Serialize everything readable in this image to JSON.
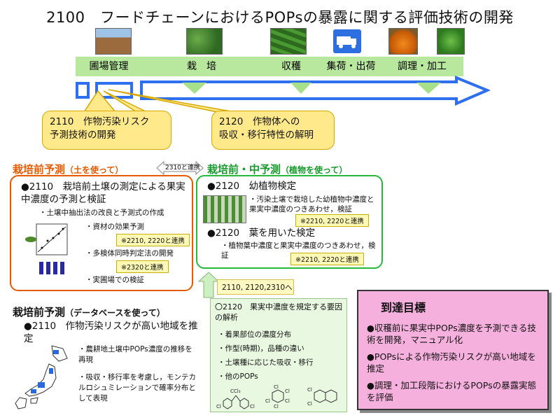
{
  "title": "2100　フードチェーンにおけるPOPsの暴露に関する評価技術の開発",
  "stages": [
    "圃場管理",
    "栽　培",
    "収穫",
    "集荷・出荷",
    "調理・加工"
  ],
  "photos": [
    "field-photo",
    "greenhouse-photo",
    "cucumber-photo",
    "truck-icon",
    "pumpkin-photo",
    "pickle-photo"
  ],
  "callouts": {
    "left": [
      "2110　作物汚染リスク",
      "予測技術の開発"
    ],
    "right": [
      "2120　作物体への",
      "吸収・移行特性の解明"
    ]
  },
  "link_2310": "2310と連携",
  "soil": {
    "heading": "栽培前予測",
    "heading_paren": "（土を使って）",
    "item_title": "●2110　栽培前土壌の測定による果実中濃度の予測と検証",
    "notes": [
      "・土壌中抽出法の改良と予測式の作成",
      "・資材の効果予測",
      "・多検体同時判定法の開発",
      "・実圃場での検証"
    ],
    "badges": [
      "※2210, 2220と連携",
      "※2320と連携"
    ]
  },
  "plant": {
    "heading": "栽培前・中予測",
    "heading_paren": "（植物を使って）",
    "item1_title": "●2120　幼植物検定",
    "item1_note": "・汚染土壌で栽培した幼植物中濃度と果実中濃度のつきあわせ，検証",
    "item1_badge": "※2210, 2220と連携",
    "item2_title": "●2120　葉を用いた検定",
    "item2_note": "・植物葉中濃度と果実中濃度のつきあわせ，検証",
    "item2_badge": "※2210, 2220と連携"
  },
  "arrow_label": "2110, 2120,2310へ",
  "db": {
    "heading": "栽培前予測",
    "heading_paren": "（データベースを使って）",
    "item_title": "●2110　作物汚染リスクが高い地域を推定",
    "note1": "・農耕地土壌中POPs濃度の推移を再現",
    "note2": "・吸収・移行率を考慮し，モンテカルロシュミレーションで確率分布として表現"
  },
  "factors": {
    "title": "〇2120　果実中濃度を規定する要因の解析",
    "items": [
      "・着果部位の濃度分布",
      "・作型(時期)，品種の違い",
      "・土壌種に応じた吸収・移行",
      "・他のPOPs"
    ]
  },
  "goal": {
    "title": "到達目標",
    "items": [
      "●収穫前に果実中POPs濃度を予測できる技術を開発，マニュアル化",
      "●POPsによる作物汚染リスクが高い地域を推定",
      "●調理・加工段階におけるPOPsの暴露実態を評価"
    ]
  },
  "chemistry_labels": [
    "Cl",
    "CCl₃",
    "Cl",
    "Cl",
    "Cl",
    "Cl",
    "Cl",
    "Cl",
    "Cl",
    "Cl"
  ],
  "colors": {
    "stage_green": "#b8e89e",
    "arrow_blue": "#2e6ff0",
    "callout_yellow": "#ffe98a",
    "orange": "#e65a00",
    "green": "#169a2c",
    "goal_pink": "#f6b0de"
  }
}
